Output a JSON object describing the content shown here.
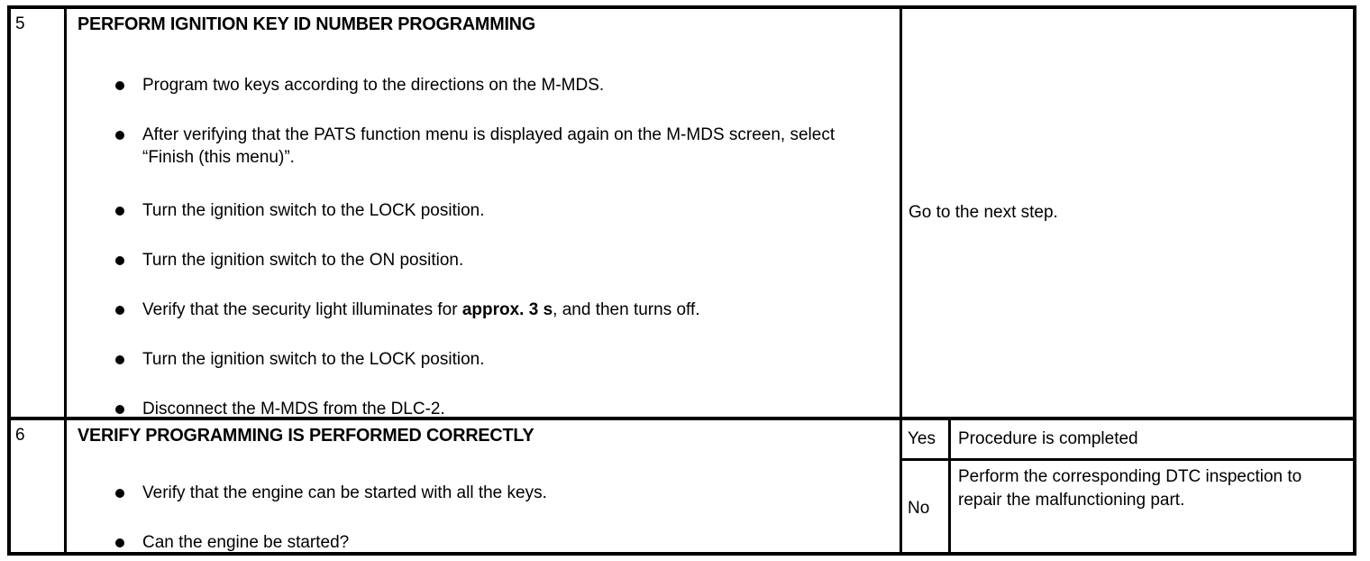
{
  "table": {
    "rows": [
      {
        "number": "5",
        "title": "PERFORM IGNITION KEY ID NUMBER PROGRAMMING",
        "bullets": [
          {
            "text": "Program two keys according to the directions on the M-MDS."
          },
          {
            "text": "After verifying that the PATS function menu is displayed again on the M-MDS screen, select “Finish (this menu)”."
          },
          {
            "text": "Turn the ignition switch to the LOCK position."
          },
          {
            "text": "Turn the ignition switch to the ON position."
          },
          {
            "pre": "Verify that the security light illuminates for ",
            "bold": "approx. 3 s",
            "post": ", and then turns off."
          },
          {
            "text": "Turn the ignition switch to the LOCK position."
          },
          {
            "text": "Disconnect the M-MDS from the DLC-2."
          }
        ],
        "result": {
          "type": "simple",
          "text": "Go to the next step."
        }
      },
      {
        "number": "6",
        "title": "VERIFY PROGRAMMING IS PERFORMED CORRECTLY",
        "bullets": [
          {
            "text": "Verify that the engine can be started with all the keys."
          },
          {
            "text": "Can the engine be started?"
          }
        ],
        "result": {
          "type": "yesno",
          "yes_label": "Yes",
          "yes_text": "Procedure is completed",
          "no_label": "No",
          "no_text": "Perform the corresponding DTC inspection to repair the malfunctioning part."
        }
      }
    ]
  },
  "colors": {
    "border": "#000000",
    "text": "#000000",
    "background": "#ffffff"
  }
}
